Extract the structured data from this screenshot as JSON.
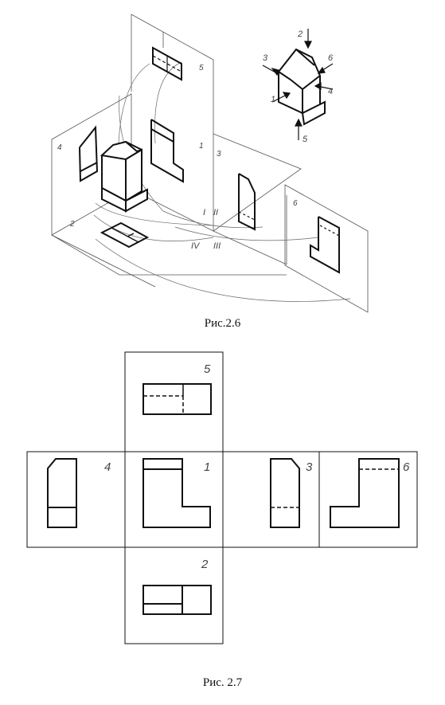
{
  "figure_top": {
    "caption": "Рис.2.6",
    "plane_labels": {
      "p1": "1",
      "p2": "2",
      "p3": "3",
      "p4": "4",
      "p5": "5",
      "p6": "6"
    },
    "octant_labels": {
      "i": "I",
      "ii": "II",
      "iii": "III",
      "iv": "IV"
    },
    "arrow_labels": {
      "a1": "1",
      "a2": "2",
      "a3": "3",
      "a4": "4",
      "a5": "5",
      "a6": "6"
    }
  },
  "figure_bottom": {
    "caption": "Рис. 2.7",
    "view_labels": {
      "v1": "1",
      "v2": "2",
      "v3": "3",
      "v4": "4",
      "v5": "5",
      "v6": "6"
    }
  },
  "colors": {
    "line": "#111111",
    "thin": "#555555",
    "label": "#444444"
  }
}
